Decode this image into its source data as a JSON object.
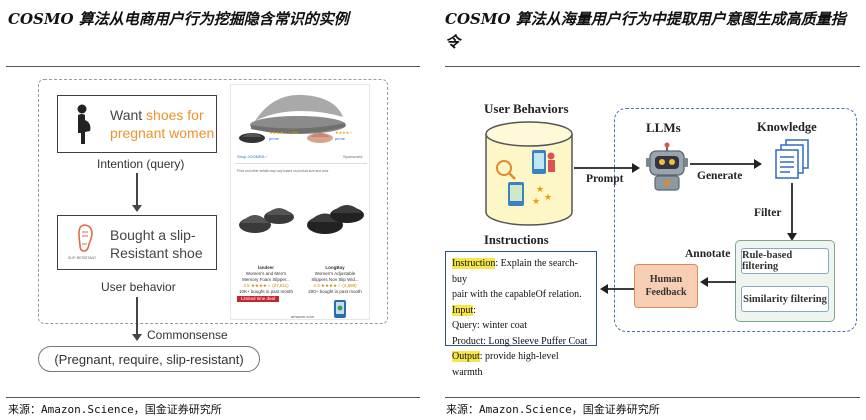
{
  "left_title": "COSMO 算法从电商用户行为挖掘隐含常识的实例",
  "right_title": "COSMO 算法从海量用户行为中提取用户意图生成高质量指令",
  "left_source": "来源：Amazon.Science，国金证券研究所",
  "right_source": "来源：Amazon.Science，国金证券研究所",
  "left_diagram": {
    "want_text": "Want ",
    "want_highlight_1": "shoes for",
    "want_highlight_2": "pregnant women",
    "intention_label": "Intention (query)",
    "bought_text_1": "Bought a slip-",
    "bought_text_2": "Resistant shoe",
    "shoe_tag": "SLIP-RESISTANT",
    "user_behavior_label": "User behavior",
    "commonsense_label": "Commonsense",
    "triple": "(Pregnant, require, slip-resistant)",
    "shop_link": "Shop JOOMRA ›",
    "sponsored": "Sponsored",
    "price_note": "Price and other details may vary based on product size and color",
    "products": [
      {
        "brand": "landeer",
        "name_1": "Women's and Men's",
        "name_2": "Memory Foam Slipper...",
        "rating": "4.5 ★★★★☆ (27,811)",
        "bought": "10K+ bought in past month",
        "deal": "Limited time deal"
      },
      {
        "brand": "LongBay",
        "name_1": "Women's Adjustable",
        "name_2": "Slippers Non Slip Wid...",
        "rating": "4.3 ★★★★☆ (3,598)",
        "bought": "200+ bought in past month",
        "deal": ""
      }
    ],
    "amazon_footer": "amazon.com"
  },
  "right_diagram": {
    "user_behaviors": "User Behaviors",
    "prompt": "Prompt",
    "llms": "LLMs",
    "generate": "Generate",
    "knowledge": "Knowledge",
    "filter": "Filter",
    "annotate": "Annotate",
    "rule_filter": "Rule-based filtering",
    "similarity_filter": "Similarity filtering",
    "human_feedback_1": "Human",
    "human_feedback_2": "Feedback",
    "instructions_label": "Instructions",
    "instr_key": "Instruction",
    "instr_line1": ":  Explain the search-buy",
    "instr_line2": "pair with the capableOf relation.",
    "input_key": "Input",
    "input_colon": ":",
    "query_line": "Query:  winter coat",
    "product_line": "Product:  Long Sleeve Puffer Coat",
    "output_key": "Output",
    "output_line": ":  provide high-level warmth"
  }
}
